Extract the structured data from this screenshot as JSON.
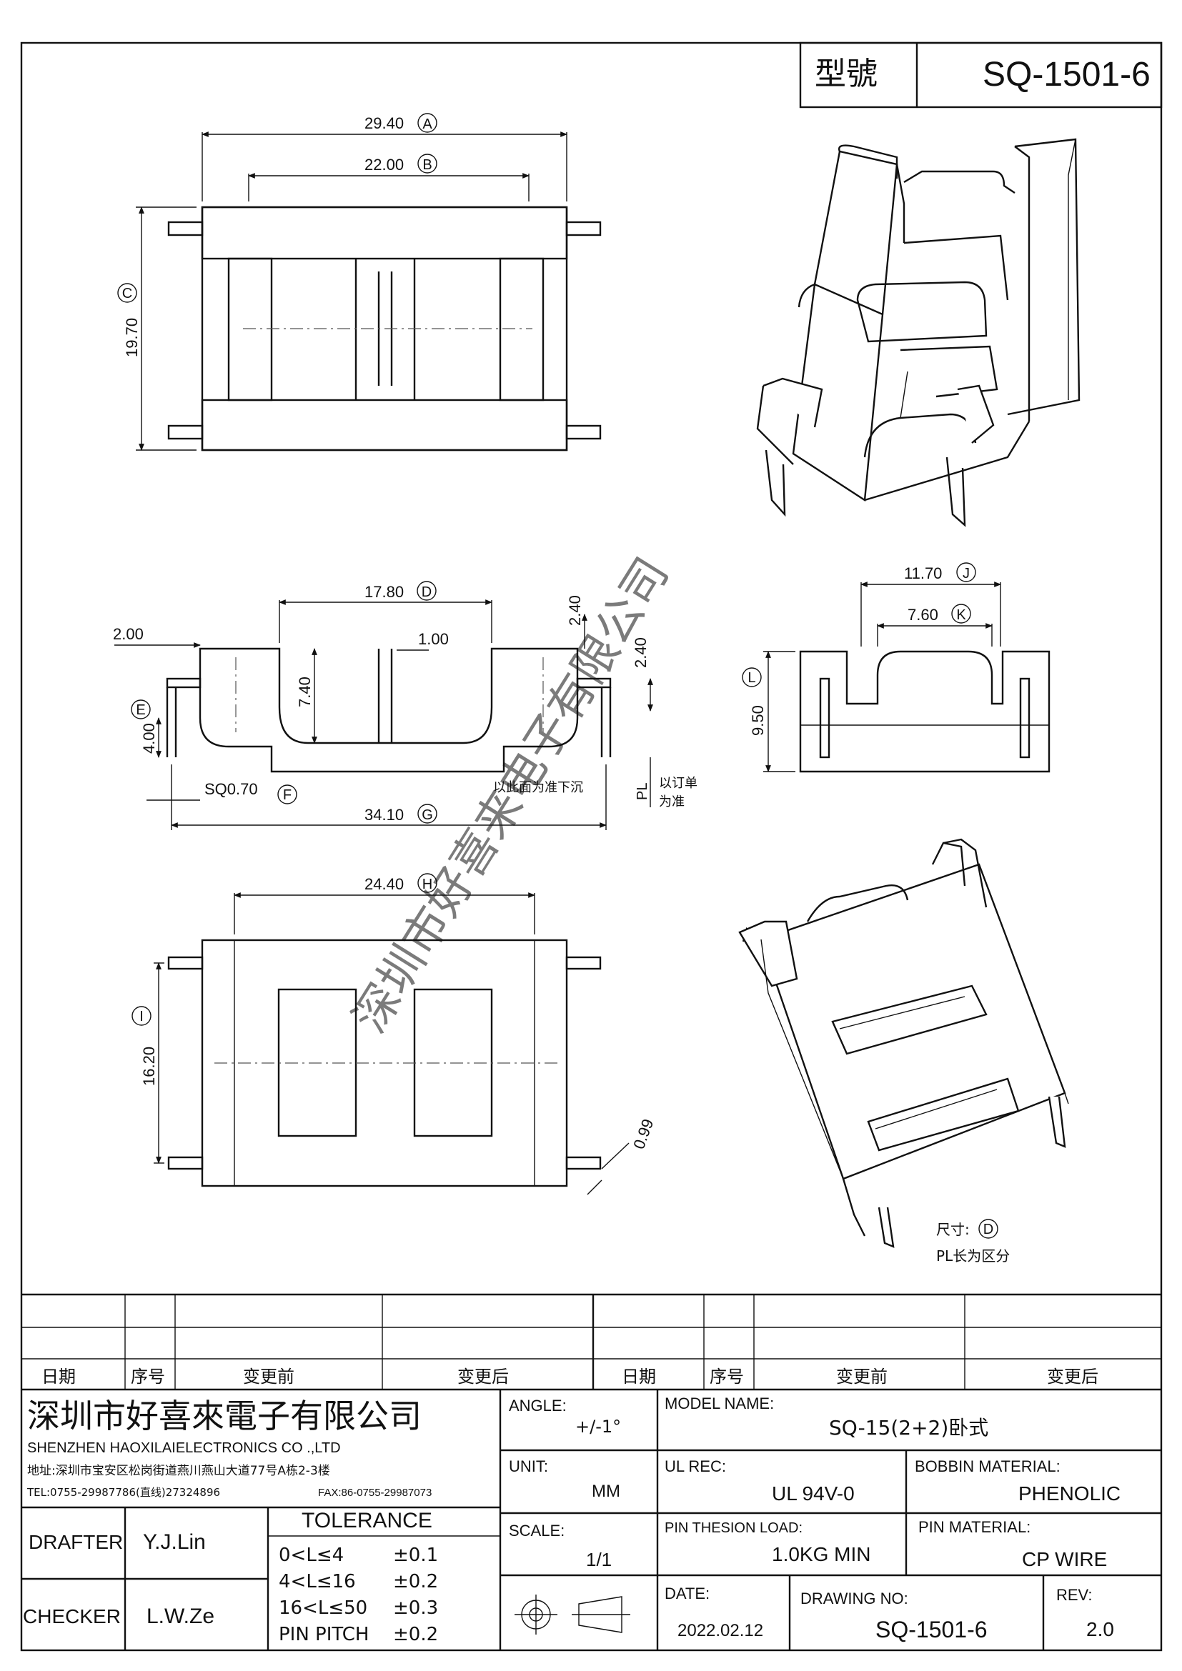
{
  "title_block_top": {
    "label": "型號",
    "part_no": "SQ-1501-6"
  },
  "dimensions": {
    "A": "29.40",
    "B": "22.00",
    "C": "19.70",
    "D": "17.80",
    "E": "4.00",
    "F": "SQ0.70",
    "G": "34.10",
    "H": "24.40",
    "I": "16.20",
    "J": "11.70",
    "K": "7.60",
    "L": "9.50",
    "d_200": "2.00",
    "d_100": "1.00",
    "d_740": "7.40",
    "d_240a": "2.40",
    "d_240b": "2.40",
    "d_099": "0.99",
    "d_pl": "PL"
  },
  "letters": [
    "A",
    "B",
    "C",
    "D",
    "E",
    "F",
    "G",
    "H",
    "I",
    "J",
    "K",
    "L"
  ],
  "notes": {
    "sink": "以此面为准下沉",
    "order_1": "以订单",
    "order_2": "为准",
    "size_label": "尺寸:",
    "size_letter": "D",
    "pl_note": "PL长为区分"
  },
  "watermark": "深圳市好喜来电子有限公司",
  "revision_table": {
    "headers": [
      "日期",
      "序号",
      "变更前",
      "变更后",
      "日期",
      "序号",
      "变更前",
      "变更后"
    ]
  },
  "company": {
    "name_cn": "深圳市好喜來電子有限公司",
    "name_en": "SHENZHEN HAOXILAIELECTRONICS CO .,LTD",
    "address": "地址:深圳市宝安区松岗街道燕川燕山大道77号A栋2-3楼",
    "tel": "TEL:0755-29987786(直线)27324896",
    "fax": "FAX:86-0755-29987073"
  },
  "drafter": {
    "label": "DRAFTER",
    "value": "Y.J.Lin"
  },
  "checker": {
    "label": "CHECKER",
    "value": "L.W.Ze"
  },
  "tolerance": {
    "title": "TOLERANCE",
    "rows": [
      {
        "range": "0<L≤4",
        "value": "±0.1"
      },
      {
        "range": "4<L≤16",
        "value": "±0.2"
      },
      {
        "range": "16<L≤50",
        "value": "±0.3"
      },
      {
        "range": "PIN PITCH",
        "value": "±0.2"
      }
    ]
  },
  "angle": {
    "label": "ANGLE:",
    "value": "+/-1°"
  },
  "unit": {
    "label": "UNIT:",
    "value": "MM"
  },
  "scale": {
    "label": "SCALE:",
    "value": "1/1"
  },
  "model_name": {
    "label": "MODEL NAME:",
    "value": "SQ-15(2+2)卧式"
  },
  "ul_rec": {
    "label": "UL REC:",
    "value": "UL 94V-0"
  },
  "bobbin_material": {
    "label": "BOBBIN MATERIAL:",
    "value": "PHENOLIC"
  },
  "pin_load": {
    "label": "PIN THESION LOAD:",
    "value": "1.0KG MIN"
  },
  "pin_material": {
    "label": "PIN MATERIAL:",
    "value": "CP  WIRE"
  },
  "date": {
    "label": "DATE:",
    "value": "2022.02.12"
  },
  "drawing_no": {
    "label": "DRAWING NO:",
    "value": "SQ-1501-6"
  },
  "rev": {
    "label": "REV:",
    "value": "2.0"
  }
}
